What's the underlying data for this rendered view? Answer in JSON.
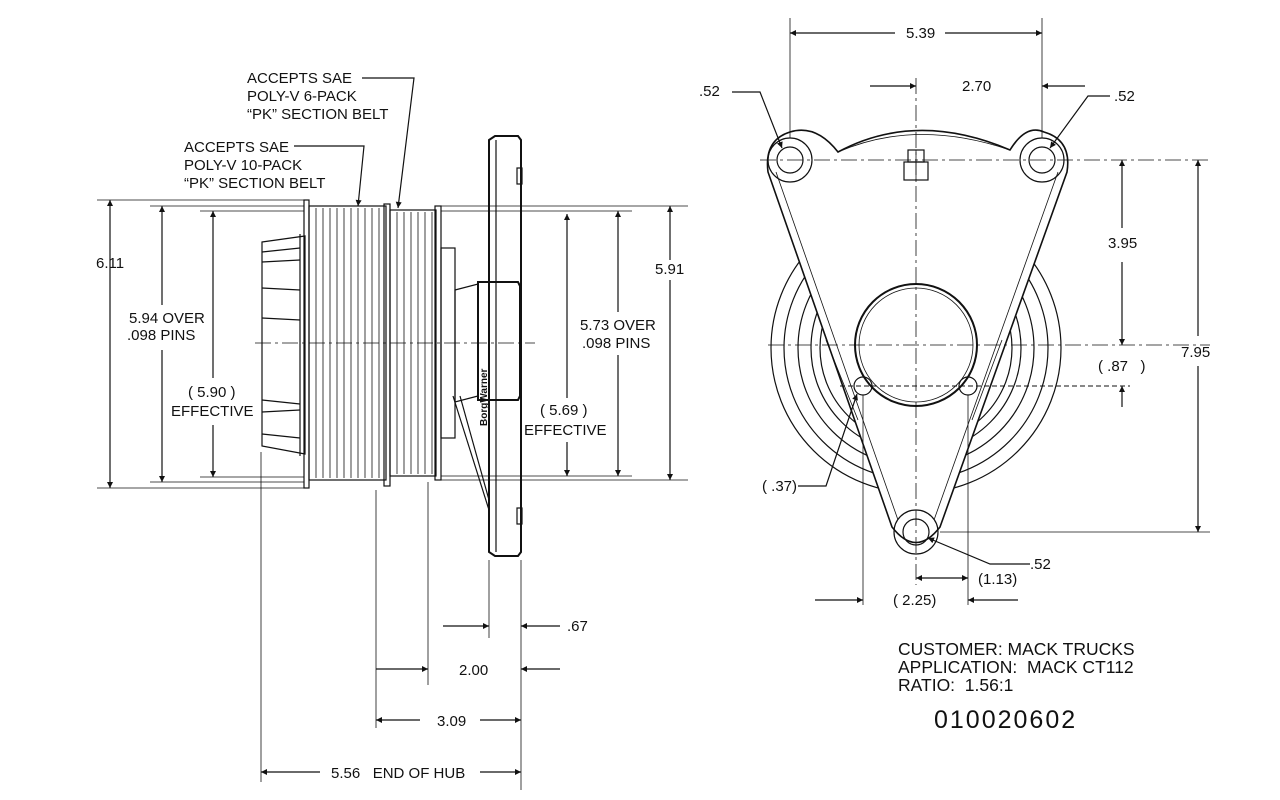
{
  "side_view": {
    "callout_6pack": [
      "ACCEPTS SAE",
      "POLY-V 6-PACK",
      "“PK” SECTION BELT"
    ],
    "callout_10pack": [
      "ACCEPTS SAE",
      "POLY-V 10-PACK",
      "“PK” SECTION BELT"
    ],
    "dims": {
      "overall_dia": "6.11",
      "over_pins_left": [
        "5.94 OVER",
        ".098  PINS"
      ],
      "effective_left": [
        "( 5.90 )",
        "EFFECTIVE"
      ],
      "flange_dia": "5.91",
      "over_pins_right": [
        "5.73 OVER",
        ".098 PINS"
      ],
      "effective_right": [
        "( 5.69  )",
        "EFFECTIVE"
      ],
      "flange_thk": ".67",
      "groove_to_flange": "2.00",
      "pulley_to_flange": "3.09",
      "end_of_hub": "5.56   END OF HUB"
    },
    "brand_mark": "BorgWarner"
  },
  "front_view": {
    "dims": {
      "bolt_span": "5.39",
      "half_span": "2.70",
      "hole_top_left": ".52",
      "hole_top_right": ".52",
      "vertical_1": "3.95",
      "overall_height": "7.95",
      "offset": "( .87   )",
      "small_hole": "( .37)",
      "hole_bottom": ".52",
      "offset_x": "(1.13)",
      "spacing_x": "( 2.25)"
    }
  },
  "info": {
    "customer": "CUSTOMER: MACK TRUCKS",
    "application": "APPLICATION:  MACK CT112",
    "ratio": "RATIO:  1.56:1",
    "part_number": "010020602"
  }
}
